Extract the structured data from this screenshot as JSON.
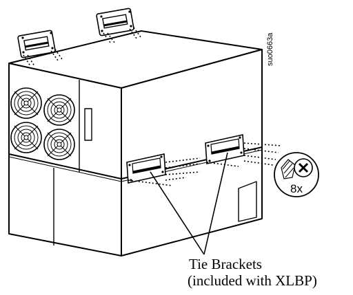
{
  "figure_id": "suo0663a",
  "callout": {
    "line1": "Tie Brackets",
    "line2": "(included with XLBP)"
  },
  "screw": {
    "quantity_label": "8x",
    "icon": "phillips-screw-icon"
  },
  "colors": {
    "ink": "#000000",
    "background": "#ffffff"
  }
}
